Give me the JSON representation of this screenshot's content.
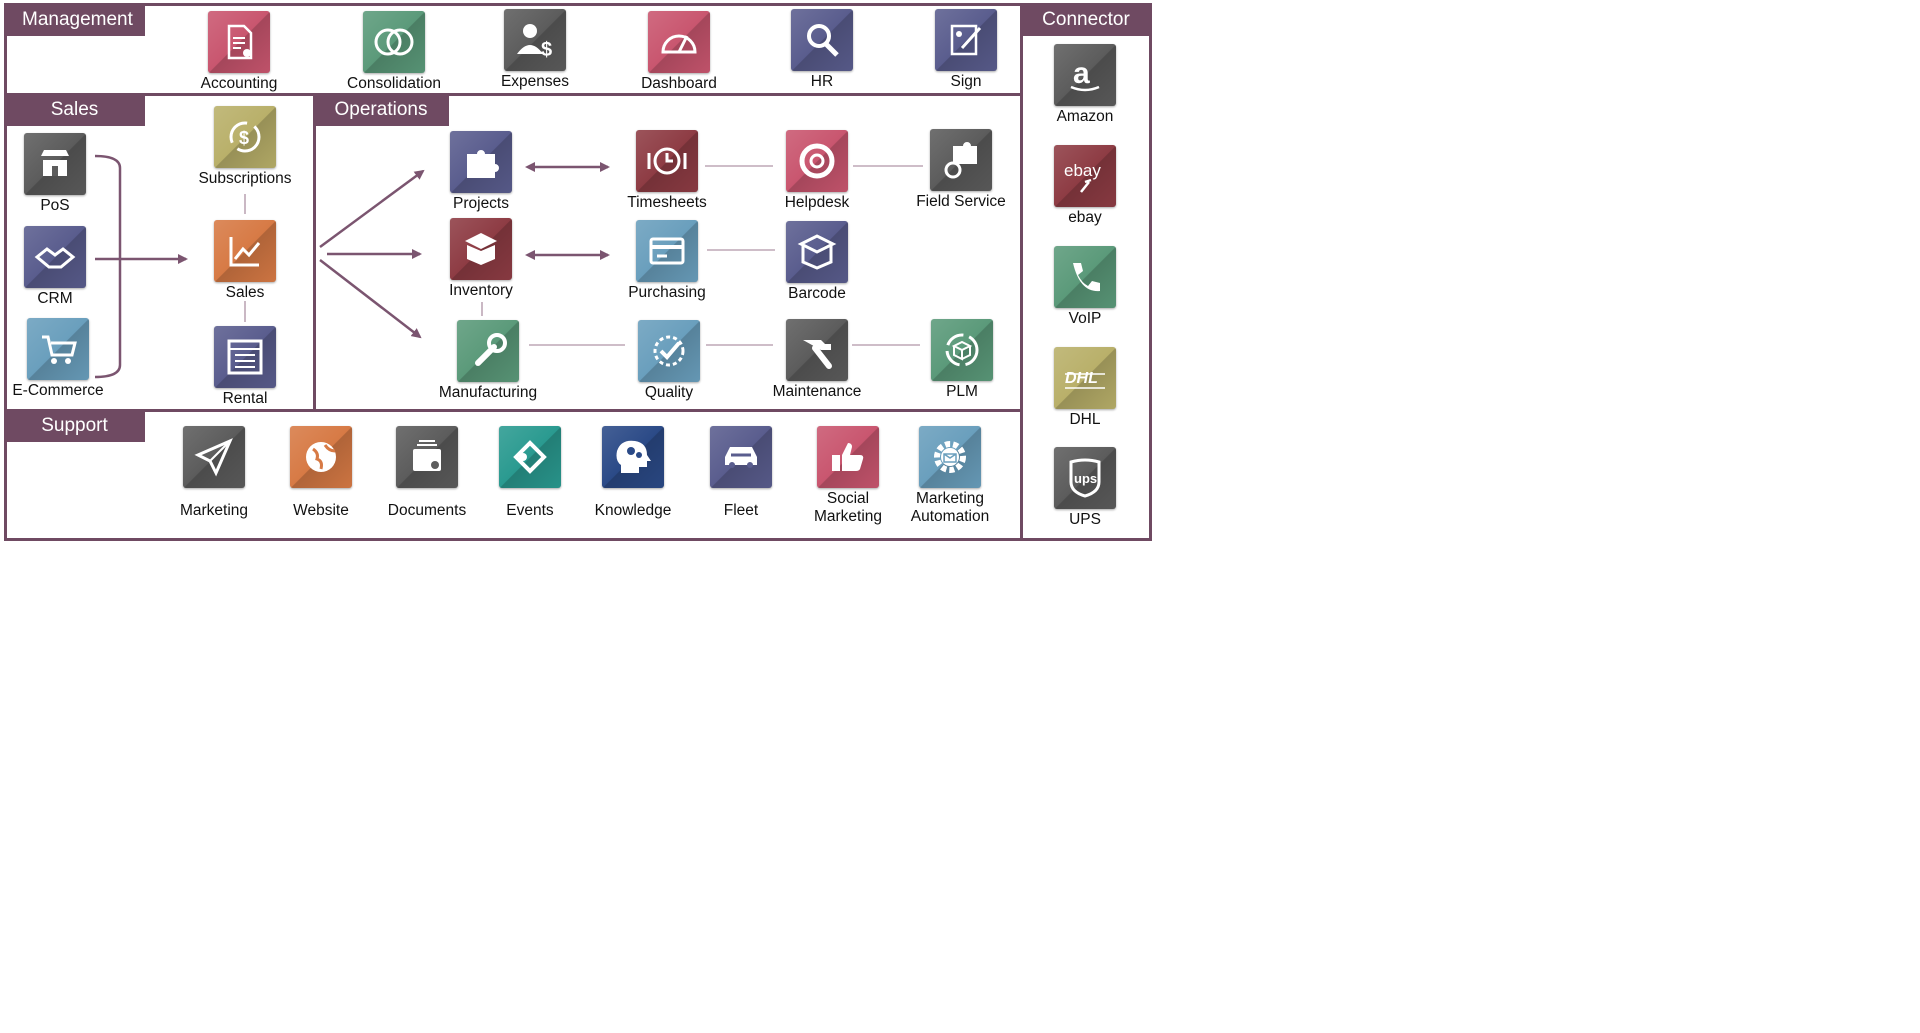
{
  "colors": {
    "brand": "#6f4a62",
    "connector_line": "#bda7b6",
    "arrow": "#7b5570",
    "tile_pink": "#c9566f",
    "tile_green": "#5b9a7a",
    "tile_dark": "#5c5c5c",
    "tile_purple": "#5a5d8e",
    "tile_orange": "#d77a45",
    "tile_teal": "#2a9a90",
    "tile_navy": "#2b4a87",
    "tile_lightblue": "#6a9fbd",
    "tile_olive": "#b9b06a",
    "tile_darkred": "#8e3c44"
  },
  "sections": {
    "management": "Management",
    "sales": "Sales",
    "operations": "Operations",
    "support": "Support",
    "connector": "Connector"
  },
  "management": [
    {
      "label": "Accounting",
      "icon": "accounting-icon",
      "color": "#c9566f"
    },
    {
      "label": "Consolidation",
      "icon": "consolidation-icon",
      "color": "#5b9a7a"
    },
    {
      "label": "Expenses",
      "icon": "expenses-icon",
      "color": "#5c5c5c"
    },
    {
      "label": "Dashboard",
      "icon": "dashboard-icon",
      "color": "#c9566f"
    },
    {
      "label": "HR",
      "icon": "hr-icon",
      "color": "#5a5d8e"
    },
    {
      "label": "Sign",
      "icon": "sign-icon",
      "color": "#5a5d8e"
    }
  ],
  "sales": [
    {
      "label": "PoS",
      "icon": "pos-icon",
      "color": "#5c5c5c"
    },
    {
      "label": "CRM",
      "icon": "crm-icon",
      "color": "#5a5d8e"
    },
    {
      "label": "E-Commerce",
      "icon": "ecommerce-icon",
      "color": "#6a9fbd"
    },
    {
      "label": "Subscriptions",
      "icon": "subscriptions-icon",
      "color": "#b9b06a"
    },
    {
      "label": "Sales",
      "icon": "sales-icon",
      "color": "#d77a45"
    },
    {
      "label": "Rental",
      "icon": "rental-icon",
      "color": "#5a5d8e"
    }
  ],
  "operations": [
    {
      "label": "Projects",
      "icon": "projects-icon",
      "color": "#5a5d8e"
    },
    {
      "label": "Timesheets",
      "icon": "timesheets-icon",
      "color": "#8e3c44"
    },
    {
      "label": "Helpdesk",
      "icon": "helpdesk-icon",
      "color": "#c9566f"
    },
    {
      "label": "Field Service",
      "icon": "field-service-icon",
      "color": "#5c5c5c"
    },
    {
      "label": "Inventory",
      "icon": "inventory-icon",
      "color": "#8e3c44"
    },
    {
      "label": "Purchasing",
      "icon": "purchasing-icon",
      "color": "#6a9fbd"
    },
    {
      "label": "Barcode",
      "icon": "barcode-icon",
      "color": "#5a5d8e"
    },
    {
      "label": "Manufacturing",
      "icon": "manufacturing-icon",
      "color": "#5b9a7a"
    },
    {
      "label": "Quality",
      "icon": "quality-icon",
      "color": "#6a9fbd"
    },
    {
      "label": "Maintenance",
      "icon": "maintenance-icon",
      "color": "#5c5c5c"
    },
    {
      "label": "PLM",
      "icon": "plm-icon",
      "color": "#5b9a7a"
    }
  ],
  "support": [
    {
      "label": "Marketing",
      "icon": "marketing-icon",
      "color": "#5c5c5c"
    },
    {
      "label": "Website",
      "icon": "website-icon",
      "color": "#d77a45"
    },
    {
      "label": "Documents",
      "icon": "documents-icon",
      "color": "#5c5c5c"
    },
    {
      "label": "Events",
      "icon": "events-icon",
      "color": "#2a9a90"
    },
    {
      "label": "Knowledge",
      "icon": "knowledge-icon",
      "color": "#2b4a87"
    },
    {
      "label": "Fleet",
      "icon": "fleet-icon",
      "color": "#5a5d8e"
    },
    {
      "label": "Social\nMarketing",
      "icon": "social-marketing-icon",
      "color": "#c9566f"
    },
    {
      "label": "Marketing\nAutomation",
      "icon": "marketing-automation-icon",
      "color": "#6a9fbd"
    }
  ],
  "connector": [
    {
      "label": "Amazon",
      "icon": "amazon-icon",
      "color": "#5c5c5c"
    },
    {
      "label": "ebay",
      "icon": "ebay-icon",
      "color": "#8e3c44"
    },
    {
      "label": "VoIP",
      "icon": "voip-icon",
      "color": "#5b9a7a"
    },
    {
      "label": "DHL",
      "icon": "dhl-icon",
      "color": "#b9b06a"
    },
    {
      "label": "UPS",
      "icon": "ups-icon",
      "color": "#5c5c5c"
    }
  ]
}
